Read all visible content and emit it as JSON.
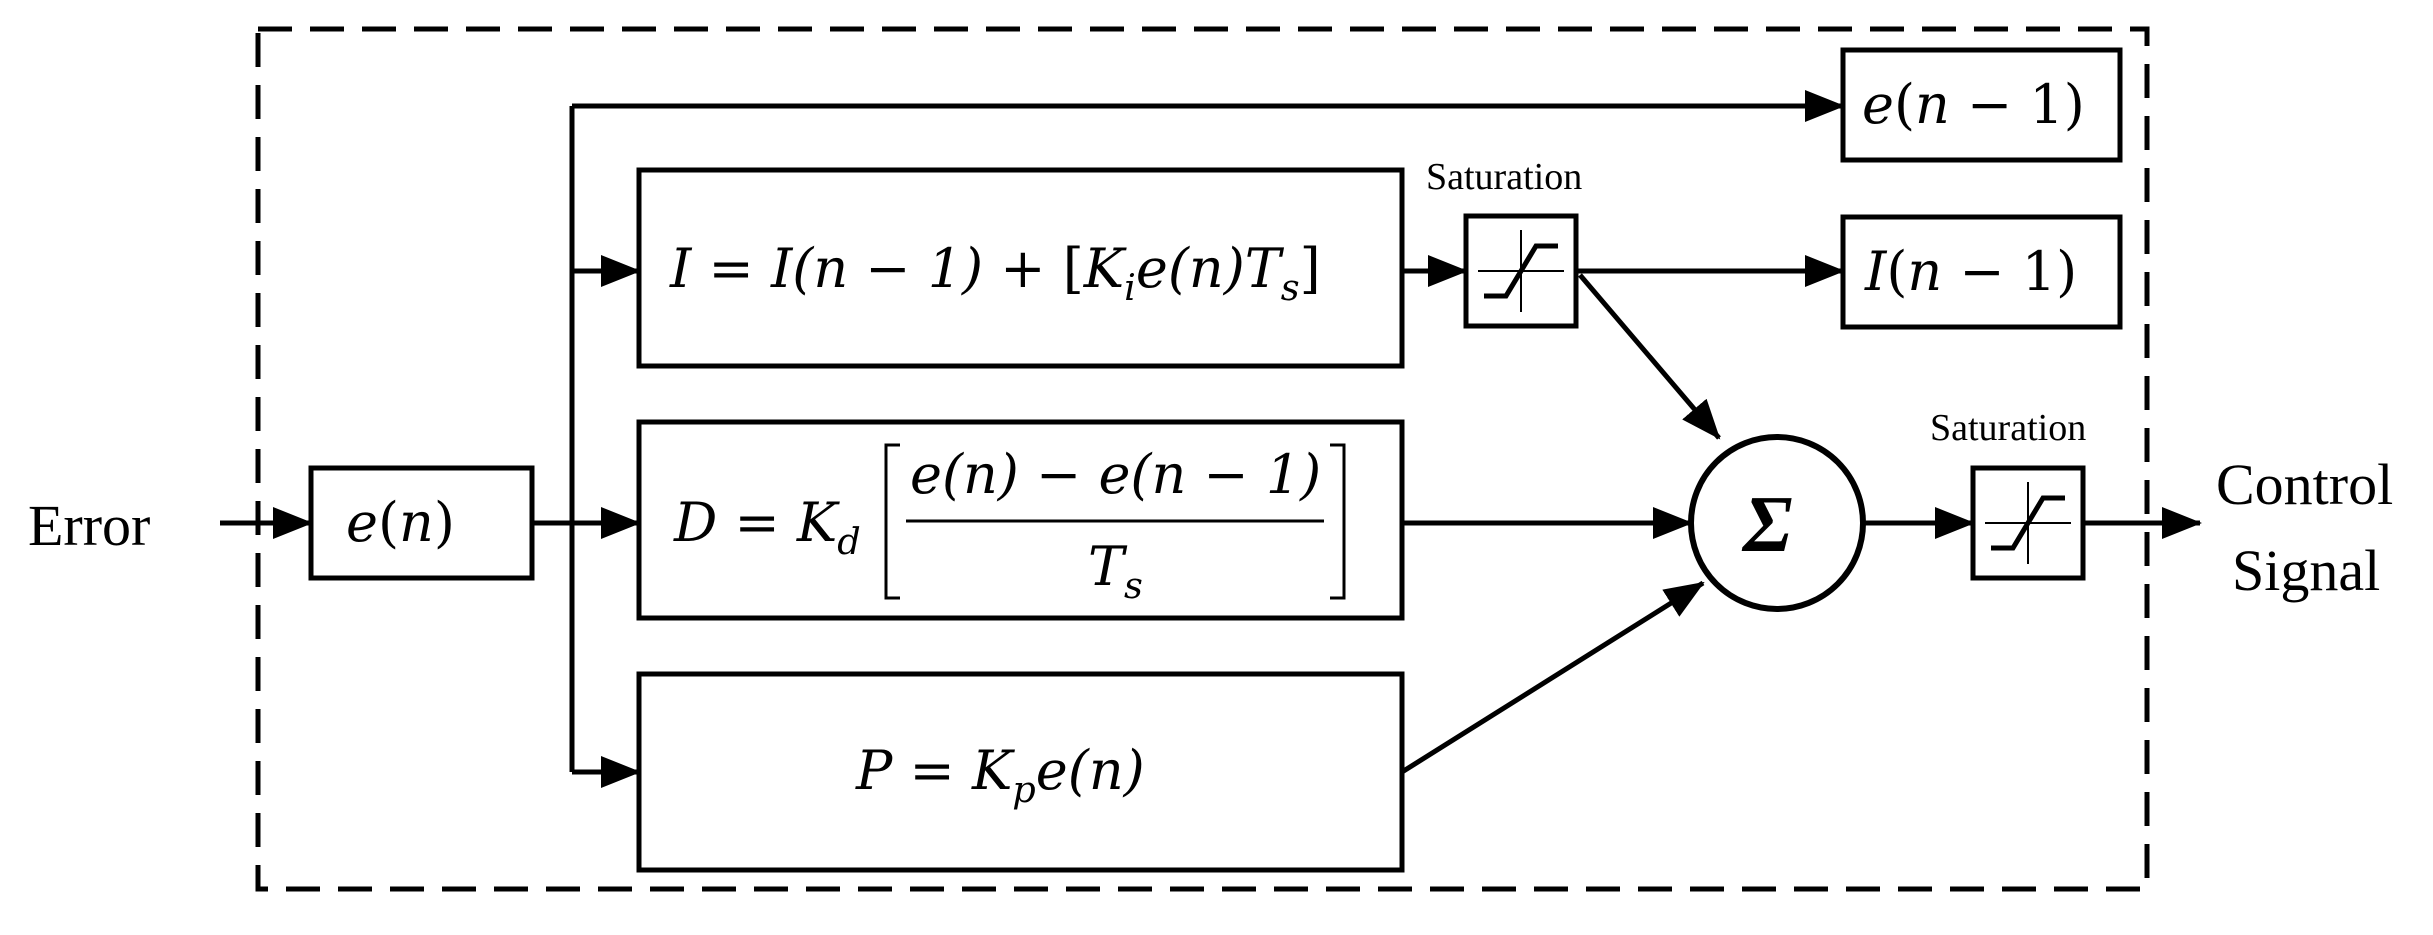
{
  "labels": {
    "input": "Error",
    "output_line1": "Control",
    "output_line2": "Signal",
    "saturation_1": "Saturation",
    "saturation_2": "Saturation",
    "sum_symbol": "Σ"
  },
  "blocks": {
    "error_block": {
      "var": "e",
      "arg": "n"
    },
    "delay_error": {
      "var": "e",
      "arg": "n",
      "op": "−",
      "num": "1"
    },
    "delay_integral": {
      "var": "I",
      "arg": "n",
      "op": "−",
      "num": "1"
    },
    "integral": {
      "lhs": "I",
      "eq": "=",
      "prev": "I(n − 1)",
      "plus": "+",
      "open_bracket": "[",
      "gain": "K",
      "gain_sub": "i",
      "signal": "e(n)",
      "ts": "T",
      "ts_sub": "s",
      "close_bracket": "]"
    },
    "derivative": {
      "lhs": "D",
      "eq": "=",
      "gain": "K",
      "gain_sub": "d",
      "numerator": "e(n) − e(n − 1)",
      "denominator": "T",
      "denominator_sub": "s"
    },
    "proportional": {
      "lhs": "P",
      "eq": "=",
      "gain": "K",
      "gain_sub": "p",
      "signal": "e(n)"
    }
  },
  "colors": {
    "stroke": "#000000",
    "background": "#ffffff"
  },
  "icons": {
    "saturation": "saturation-icon",
    "sum": "summing-junction-icon"
  }
}
